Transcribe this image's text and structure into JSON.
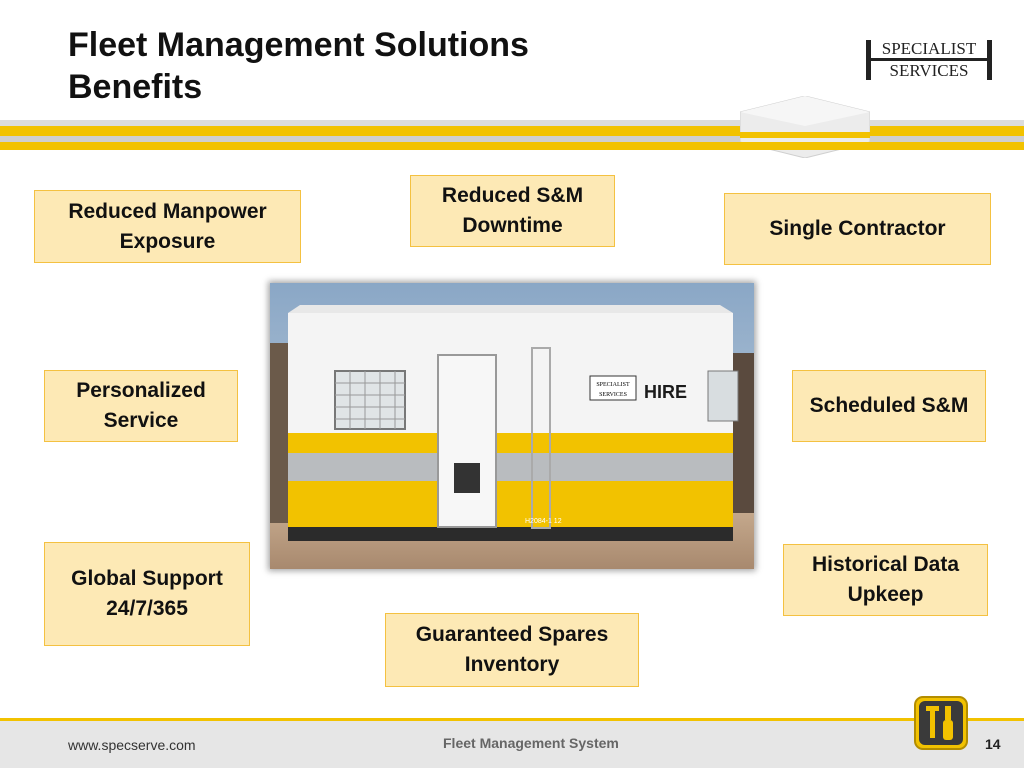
{
  "title": {
    "line1": "Fleet Management Solutions",
    "line2": "Benefits"
  },
  "logo": {
    "line1": "SPECIALIST",
    "line2": "SERVICES"
  },
  "benefits": {
    "manpower": "Reduced Manpower Exposure",
    "downtime": "Reduced S&M Downtime",
    "contractor": "Single Contractor",
    "personalized": "Personalized Service",
    "scheduled": "Scheduled S&M",
    "global": "Global Support 24/7/365",
    "historical": "Historical Data Upkeep",
    "spares": "Guaranteed Spares Inventory"
  },
  "photo": {
    "sign": "HIRE",
    "plate": "H2084-1 12",
    "logo_line1": "SPECIALIST",
    "logo_line2": "SERVICES"
  },
  "footer": {
    "url": "www.specserve.com",
    "center": "Fleet Management System",
    "page": "14"
  },
  "colors": {
    "accent": "#f2c200",
    "box_fill": "#fde9b5",
    "box_border": "#f4c141"
  }
}
